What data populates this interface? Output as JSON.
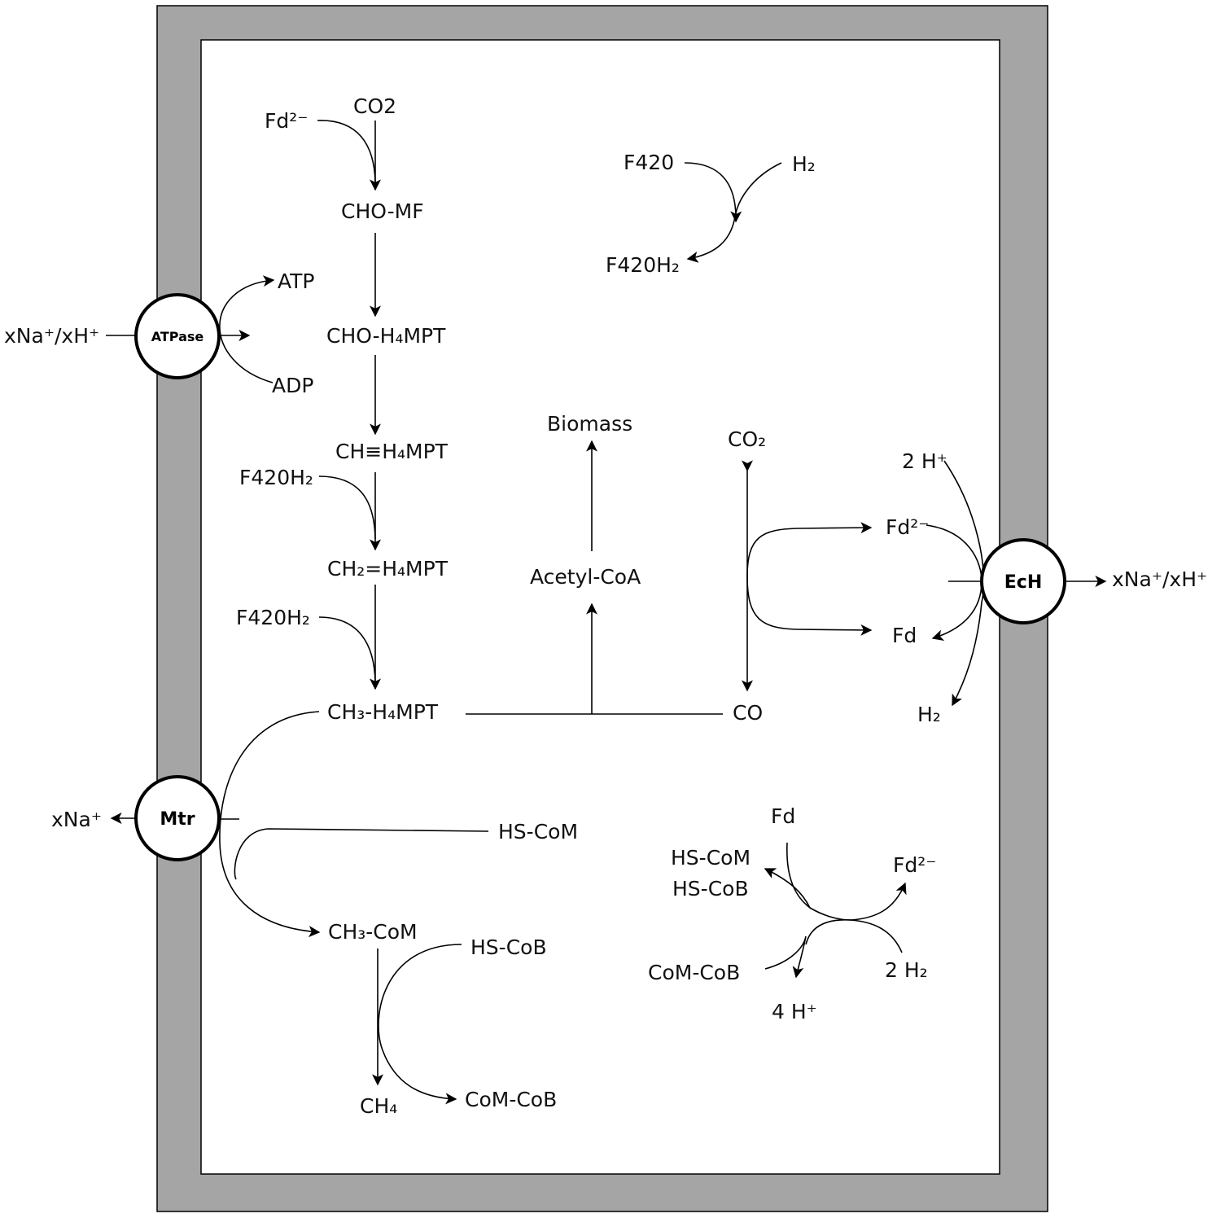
{
  "colors": {
    "membrane": "#a5a5a5",
    "cytoplasm": "#ffffff",
    "ink": "#000000"
  },
  "enzymes": {
    "atpase": "ATPase",
    "mtr": "Mtr",
    "ech": "EcH"
  },
  "atp_synthesis": {
    "ion_in": "xNa⁺/xH⁺",
    "atp": "ATP",
    "adp": "ADP"
  },
  "methyl_branch": {
    "fd_reduced": "Fd²⁻",
    "co2": "CO2",
    "cho_mf": "CHO-MF",
    "cho_h4mpt": "CHO-H₄MPT",
    "ch_triple_h4mpt": "CH≡H₄MPT",
    "f420h2_first": "F420H₂",
    "ch2_h4mpt": "CH₂=H₄MPT",
    "f420h2_second": "F420H₂",
    "ch3_h4mpt": "CH₃-H₄MPT"
  },
  "f420_reduction": {
    "f420": "F420",
    "h2": "H₂",
    "f420h2": "F420H₂"
  },
  "carbonyl_branch": {
    "biomass": "Biomass",
    "acetyl_coa": "Acetyl-CoA",
    "co2": "CO₂",
    "co": "CO",
    "fd_reduced": "Fd²⁻",
    "fd": "Fd"
  },
  "ech_reaction": {
    "protons": "2 H⁺",
    "h2": "H₂",
    "ion_out": "xNa⁺/xH⁺"
  },
  "methyl_transfer": {
    "na_out": "xNa⁺",
    "hs_com": "HS-CoM",
    "ch3_com": "CH₃-CoM",
    "hs_cob": "HS-CoB",
    "ch4": "CH₄",
    "com_cob": "CoM-CoB"
  },
  "heterodisulfide_reduction": {
    "fd": "Fd",
    "hs_com": "HS-CoM",
    "hs_cob": "HS-CoB",
    "fd_reduced": "Fd²⁻",
    "com_cob": "CoM-CoB",
    "two_h2": "2 H₂",
    "four_h": "4 H⁺"
  }
}
